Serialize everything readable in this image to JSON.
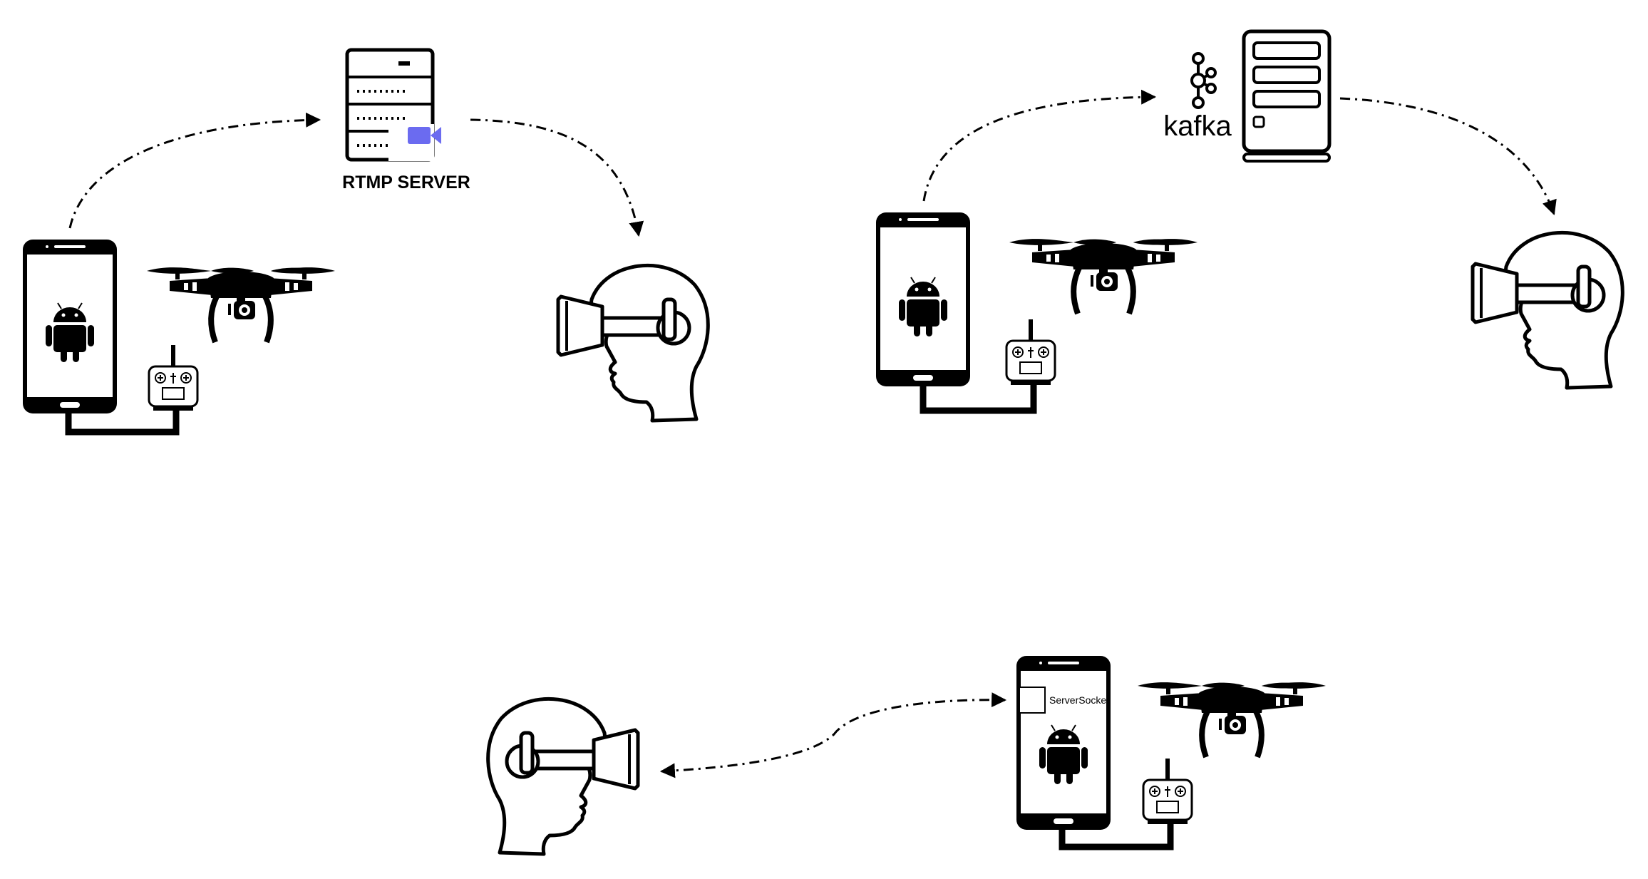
{
  "labels": {
    "rtmp_server": "RTMP SERVER",
    "kafka": "kafka",
    "server_socket": "ServerSocket"
  },
  "icons": {
    "phone": "android-phone-icon",
    "drone": "drone-icon",
    "controller": "remote-controller-icon",
    "headset": "vr-headset-head-icon",
    "rtmp": "rtmp-server-icon",
    "kafka": "kafka-logo-icon",
    "server": "server-tower-icon"
  },
  "colors": {
    "line": "#000000",
    "camera_accent": "#6B6BF0",
    "background": "#ffffff"
  }
}
